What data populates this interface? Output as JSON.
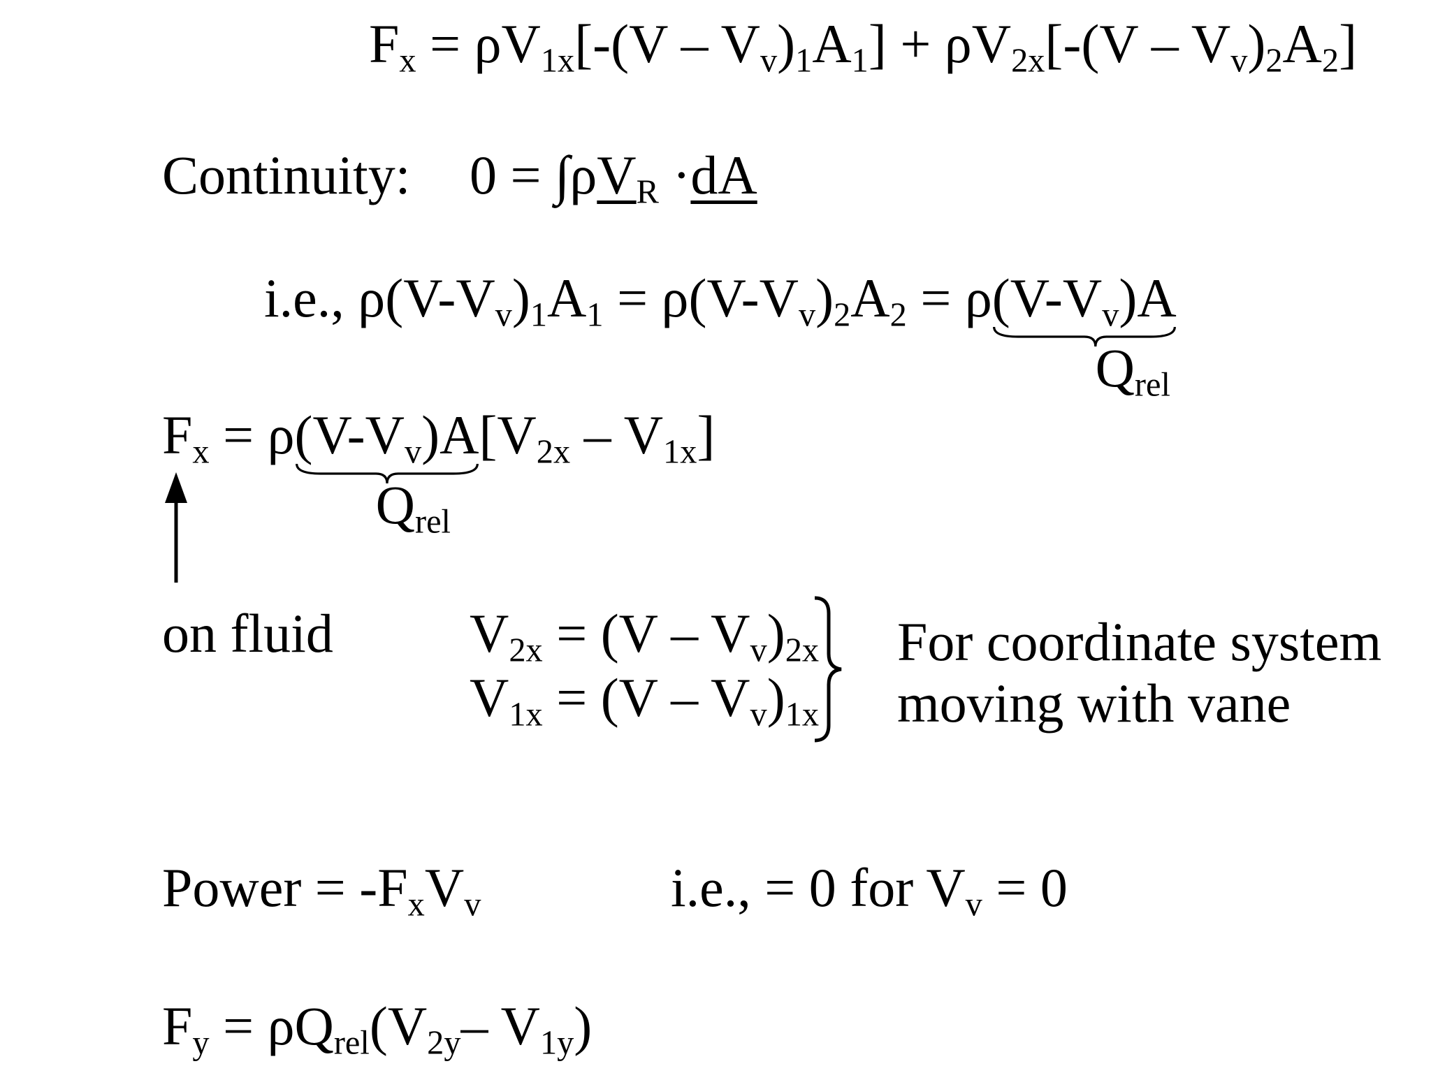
{
  "eq_fx_momentum": {
    "F": "F",
    "sub_x": "x",
    "eq": " = ρV",
    "sub_1x": "1x",
    "b1": "[-(V – V",
    "sub_v1": "v",
    "p1": ")",
    "sub_1": "1",
    "A": "A",
    "sub_A1": "1",
    "plus": "] + ρV",
    "sub_2x": "2x",
    "b2": "[-(V – V",
    "sub_v2": "v",
    "p2": ")",
    "sub_2": "2",
    "A2": "A",
    "sub_A2": "2",
    "end": "]"
  },
  "continuity": {
    "label": "Continuity:",
    "lhs": "0 = ",
    "integral": "∫ρ",
    "V": "V",
    "sub_R": "R",
    "dot": " ·",
    "dA": "dA"
  },
  "ie_line": {
    "prefix": "i.e.,  ρ(V-V",
    "sub_v": "v",
    "p1": ")",
    "sub_1": "1",
    "A": "A",
    "sub_A1": "1",
    "mid": " = ρ(V-V",
    "sub_v2": "v",
    "p2": ")",
    "sub_2": "2",
    "A2": "A",
    "sub_A2": "2",
    "eq": " = ρ",
    "braced_pre": "(V-V",
    "braced_sub": "v",
    "braced_post": ")A",
    "brace_label_main": "Q",
    "brace_label_sub": "rel"
  },
  "fx_line": {
    "F": "F",
    "sub_x": "x",
    "eq": " = ρ",
    "braced_pre": "(V-V",
    "braced_sub": "v",
    "braced_post": ")A",
    "brace_label_main": "Q",
    "brace_label_sub": "rel",
    "bracket_open": "[V",
    "sub_2x": "2x",
    "minus": " – V",
    "sub_1x": "1x",
    "bracket_close": "]"
  },
  "on_fluid": {
    "label": "on fluid"
  },
  "vane_system": {
    "eq1_V": "V",
    "eq1_sub": "2x",
    "eq1_rhs": " = (V – V",
    "eq1_subv": "v",
    "eq1_close": ")",
    "eq1_subend": "2x",
    "eq2_V": "V",
    "eq2_sub": "1x",
    "eq2_rhs": " = (V – V",
    "eq2_subv": "v",
    "eq2_close": ")",
    "eq2_subend": "1x",
    "note_line1": "For coordinate system",
    "note_line2": "moving with vane"
  },
  "power": {
    "lhs": "Power = -F",
    "sub_x": "x",
    "V": "V",
    "sub_v": "v",
    "note_pre": "i.e., = 0 for V",
    "note_sub": "v",
    "note_post": " = 0"
  },
  "fy_line": {
    "F": "F",
    "sub_y": "y",
    "eq": " = ρQ",
    "sub_rel": "rel",
    "open": "(V",
    "sub_2y": "2y",
    "minus": "– V",
    "sub_1y": "1y",
    "close": ")"
  }
}
